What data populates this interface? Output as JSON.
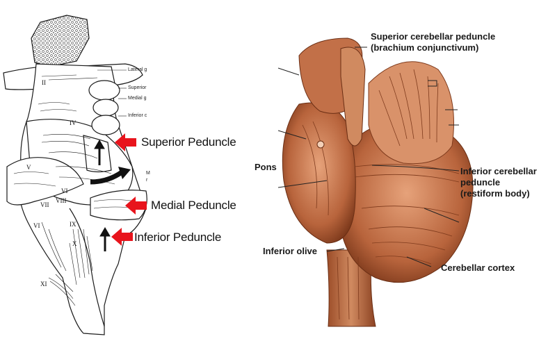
{
  "left_diagram": {
    "callouts": {
      "superior": "Superior Peduncle",
      "medial": "Medial Peduncle",
      "inferior": "Inferior Peduncle"
    },
    "small_labels": {
      "lateral": "Lateral g",
      "superior": "Superior",
      "medial": "Medial g",
      "inferior": "Inferior c",
      "m_partial": "M",
      "r_partial": "r"
    },
    "roman": {
      "ii": "II",
      "iv": "IV",
      "v": "V",
      "vi_a": "VI",
      "vi_b": "VI",
      "vii": "VII",
      "viii": "VIII",
      "ix": "IX",
      "x": "X",
      "xi": "XI"
    },
    "colors": {
      "arrow": "#e8141c",
      "ink": "#1a1a1a"
    }
  },
  "right_diagram": {
    "labels": {
      "superior_line1": "Superior cerebellar peduncle",
      "superior_line2": "(brachium conjunctivum)",
      "pons": "Pons",
      "inferior_line1": "Inferior cerebellar",
      "inferior_line2": "peduncle",
      "inferior_line3": "(restiform body)",
      "olive": "Inferior olive",
      "cortex": "Cerebellar cortex"
    },
    "colors": {
      "tissue": "#b8643c",
      "tissue_light": "#d9926a",
      "tissue_dark": "#7e3a1c"
    }
  }
}
